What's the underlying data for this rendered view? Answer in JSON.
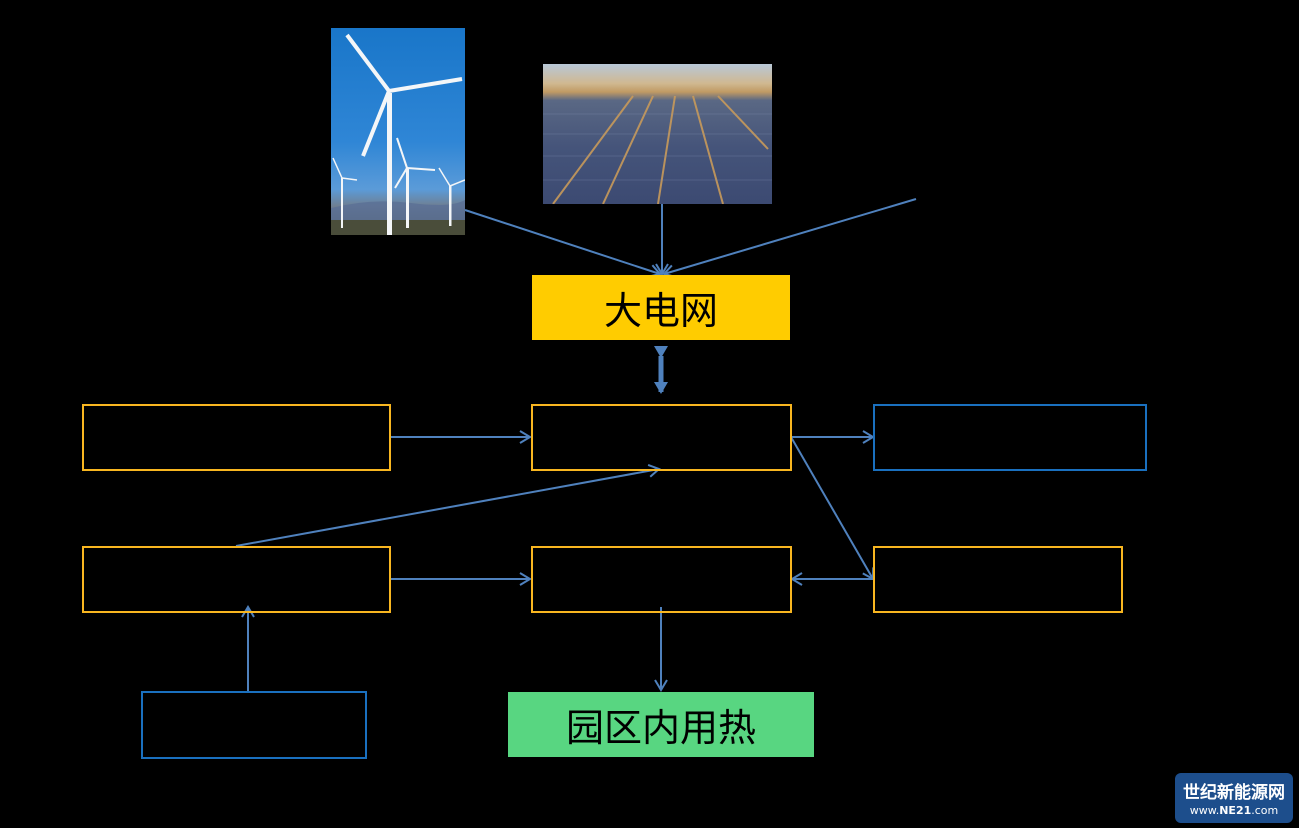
{
  "diagram": {
    "nodes": {
      "grid": {
        "label": "大电网",
        "fill": "#ffcc00"
      },
      "heat": {
        "label": "园区内用热",
        "fill": "#58d681"
      },
      "box_left_top": {
        "label": ""
      },
      "box_left_mid": {
        "label": ""
      },
      "box_bottom_left": {
        "label": ""
      },
      "box_center_top": {
        "label": ""
      },
      "box_center_mid": {
        "label": ""
      },
      "box_right_top": {
        "label": ""
      },
      "box_right_mid": {
        "label": ""
      }
    },
    "images": {
      "wind": "wind-turbine-photo",
      "solar": "solar-farm-photo"
    },
    "colors": {
      "box_border_orange": "#f8b620",
      "box_border_blue": "#1a70bf",
      "connector": "#4f81bd"
    }
  },
  "watermark": {
    "title": "世纪新能源网",
    "url_prefix": "www.",
    "url_brand": "NE21",
    "url_suffix": ".com"
  }
}
